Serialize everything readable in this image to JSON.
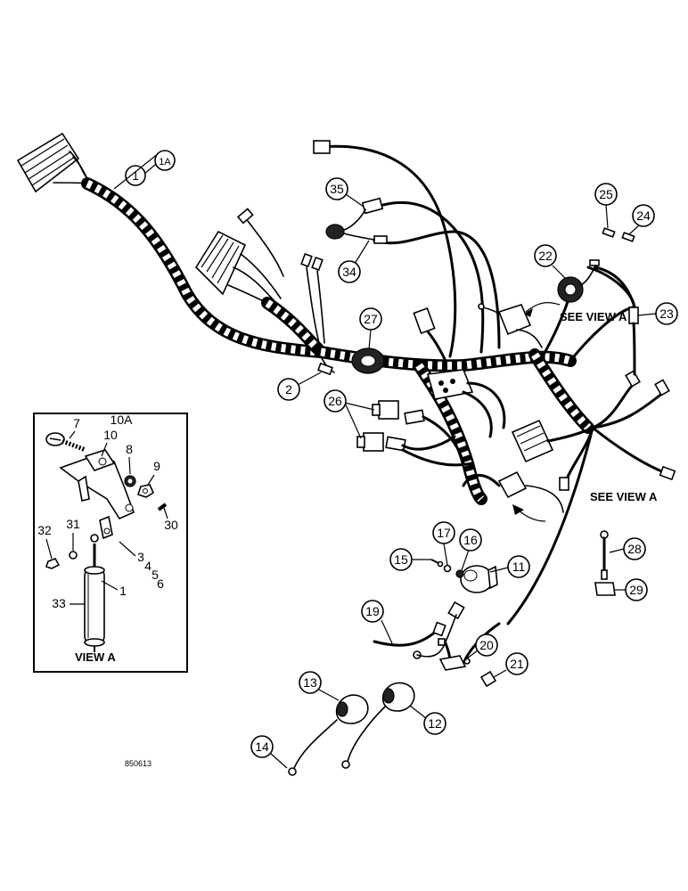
{
  "callouts": {
    "c1": "1",
    "c1a": "1A",
    "c2": "2",
    "c11": "11",
    "c12": "12",
    "c13": "13",
    "c14": "14",
    "c15": "15",
    "c16": "16",
    "c17": "17",
    "c19": "19",
    "c20": "20",
    "c21": "21",
    "c22": "22",
    "c23": "23",
    "c24": "24",
    "c25": "25",
    "c26": "26",
    "c27": "27",
    "c28": "28",
    "c29": "29",
    "c34": "34",
    "c35": "35"
  },
  "view_refs": {
    "upper": "SEE VIEW A",
    "lower": "SEE VIEW A"
  },
  "inset": {
    "title": "VIEW A",
    "labels": {
      "n7": "7",
      "n10a": "10A",
      "n10": "10",
      "n8": "8",
      "n9": "9",
      "n30": "30",
      "n31": "31",
      "n32": "32",
      "n3": "3",
      "n4": "4",
      "n5": "5",
      "n6": "6",
      "n1": "1",
      "n33": "33"
    }
  },
  "drawing_number": "850613"
}
